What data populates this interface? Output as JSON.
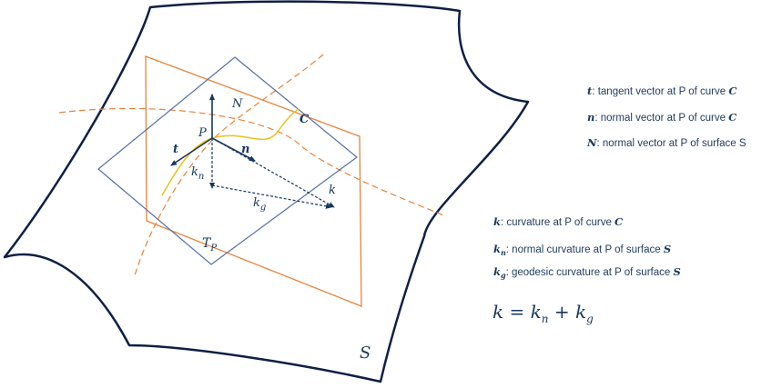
{
  "labels": {
    "N": "N",
    "P": "P",
    "C": "C",
    "t": "t",
    "n": "n",
    "k": "k",
    "k_n": "k",
    "k_n_sub": "n",
    "k_g": "k",
    "k_g_sub": "g",
    "T_P": "T",
    "T_P_sub": "P",
    "S": "S"
  },
  "legend": {
    "t_sym": "t",
    "t_text": ": tangent vector at P of curve ",
    "t_curve": "C",
    "n_sym": "n",
    "n_text": ": normal vector at P of curve ",
    "n_curve": "C",
    "N_sym": "N",
    "N_text": ": normal vector at P of surface S",
    "k_sym": "k",
    "k_text": ": curvature at P of curve ",
    "k_curve": "C",
    "kn_sym": "k",
    "kn_sub": "n",
    "kn_text": ": normal curvature at P of surface ",
    "kn_surf": "S",
    "kg_sym": "k",
    "kg_sub": "g",
    "kg_text": ": geodesic curvature at P of surface ",
    "kg_surf": "S"
  },
  "formula": {
    "k": "k",
    "eq": " = ",
    "kn": "k",
    "kn_sub": "n",
    "plus": " + ",
    "kg": "k",
    "kg_sub": "g"
  },
  "colors": {
    "surface": "#0f1f45",
    "plane": "#e8823a",
    "tangent_plane": "#5570a8",
    "curve": "#ecc21c",
    "vector": "#17375e"
  }
}
